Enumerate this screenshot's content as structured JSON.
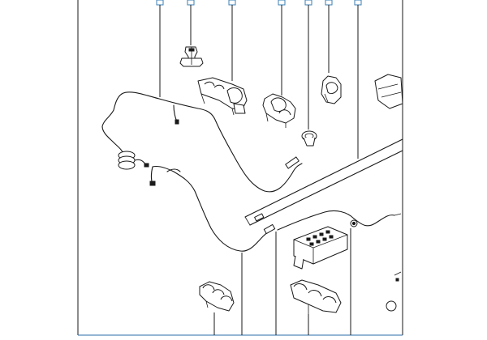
{
  "diagram": {
    "type": "exploded-parts-view",
    "callout_color": "#3a7fb5",
    "line_color": "#1a1a1a",
    "callout_markers_count": 7,
    "bottom_leaders_count": 5
  }
}
